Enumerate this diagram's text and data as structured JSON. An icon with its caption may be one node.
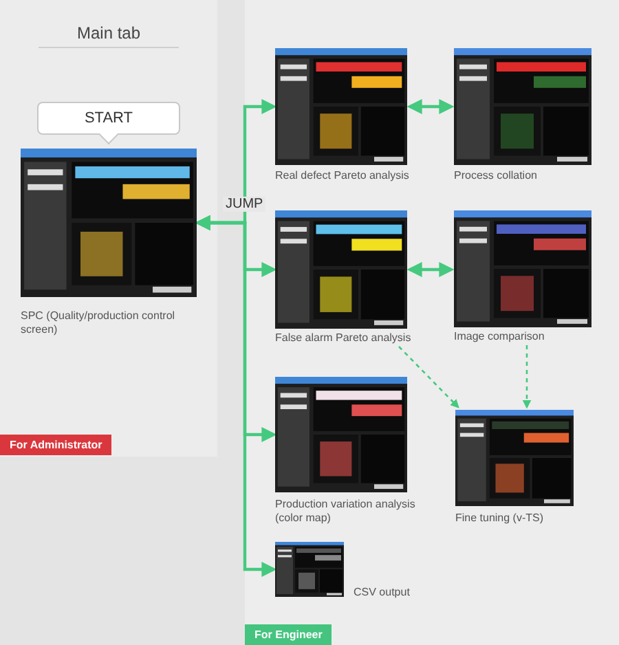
{
  "diagram": {
    "nodes": [
      {
        "text": [
          "Main tab",
          "For Administrator"
        ]
      },
      {
        "text": [
          "START"
        ],
        "in": 0
      },
      {
        "text": [
          "SPC (Quality/production control screen)"
        ],
        "in": 0
      },
      {
        "text": [
          "For Engineer"
        ]
      },
      {
        "text": [
          "Real defect Pareto analysis"
        ],
        "in": 3
      },
      {
        "text": [
          "Process collation"
        ],
        "in": 3
      },
      {
        "text": [
          "False alarm Pareto analysis"
        ],
        "in": 3
      },
      {
        "text": [
          "Image comparison"
        ],
        "in": 3
      },
      {
        "text": [
          "Production variation analysis (color map)"
        ],
        "in": 3
      },
      {
        "text": [
          "CSV output"
        ],
        "in": 3
      },
      {
        "text": [
          "Fine tuning (v-TS)"
        ],
        "in": 3
      }
    ],
    "edges": [
      {
        "from": 2,
        "to": 4,
        "arrow": "both",
        "label": "JUMP"
      },
      {
        "from": 2,
        "to": 6,
        "arrow": "both"
      },
      {
        "from": 2,
        "to": 8,
        "arrow": "both"
      },
      {
        "from": 2,
        "to": 9,
        "arrow": "both"
      },
      {
        "from": 4,
        "to": 5,
        "arrow": "both"
      },
      {
        "from": 6,
        "to": 7,
        "arrow": "both"
      },
      {
        "from": 6,
        "to": 10,
        "arrow": "to",
        "style": "dashed"
      },
      {
        "from": 7,
        "to": 10,
        "arrow": "to",
        "style": "dashed"
      }
    ]
  }
}
